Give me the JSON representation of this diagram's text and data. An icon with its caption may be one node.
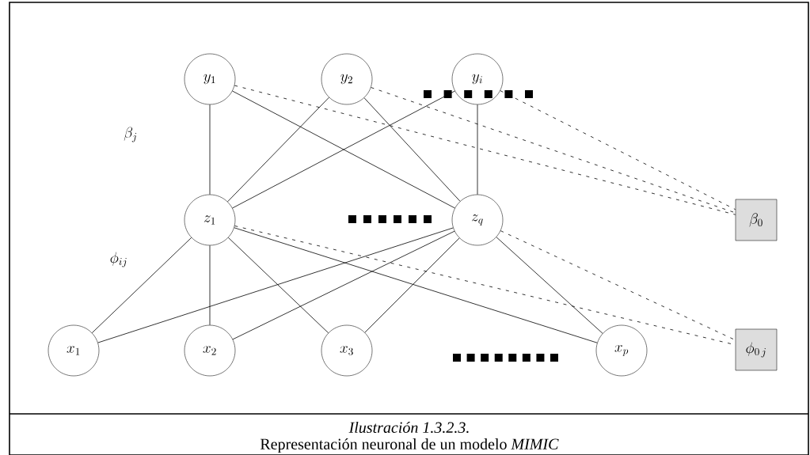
{
  "diagram": {
    "nodes": [
      {
        "text": [
          "y_{1}"
        ]
      },
      {
        "text": [
          "y_{2}"
        ]
      },
      {
        "text": [
          "y_{i}"
        ]
      },
      {
        "text": [
          "z_{1}"
        ]
      },
      {
        "text": [
          "z_{q}"
        ]
      },
      {
        "text": [
          "x_{1}"
        ]
      },
      {
        "text": [
          "x_{2}"
        ]
      },
      {
        "text": [
          "x_{3}"
        ]
      },
      {
        "text": [
          "x_{p}"
        ]
      },
      {
        "text": [
          "\\beta_{0}"
        ]
      },
      {
        "text": [
          "\\phi_{0\\,j}"
        ]
      }
    ],
    "edges": [
      {
        "from": 0,
        "to": 3,
        "arrow": "none"
      },
      {
        "from": 0,
        "to": 4,
        "arrow": "none"
      },
      {
        "from": 1,
        "to": 3,
        "arrow": "none"
      },
      {
        "from": 1,
        "to": 4,
        "arrow": "none"
      },
      {
        "from": 2,
        "to": 3,
        "arrow": "none"
      },
      {
        "from": 2,
        "to": 4,
        "arrow": "none"
      },
      {
        "from": 3,
        "to": 5,
        "arrow": "none"
      },
      {
        "from": 3,
        "to": 6,
        "arrow": "none"
      },
      {
        "from": 3,
        "to": 7,
        "arrow": "none"
      },
      {
        "from": 3,
        "to": 8,
        "arrow": "none"
      },
      {
        "from": 4,
        "to": 5,
        "arrow": "none"
      },
      {
        "from": 4,
        "to": 6,
        "arrow": "none"
      },
      {
        "from": 4,
        "to": 7,
        "arrow": "none"
      },
      {
        "from": 4,
        "to": 8,
        "arrow": "none"
      },
      {
        "from": 0,
        "to": 9,
        "arrow": "none",
        "style": "dashed"
      },
      {
        "from": 1,
        "to": 9,
        "arrow": "none",
        "style": "dashed"
      },
      {
        "from": 2,
        "to": 9,
        "arrow": "none",
        "style": "dashed"
      },
      {
        "from": 3,
        "to": 10,
        "arrow": "none",
        "style": "dashed"
      },
      {
        "from": 4,
        "to": 10,
        "arrow": "none",
        "style": "dashed"
      }
    ],
    "labels": [
      "\\beta_{j}",
      "\\phi_{ij}",
      "Ilustración 1.3.2.3.",
      "Representación neuronal de un modelo *MIMIC*"
    ]
  }
}
